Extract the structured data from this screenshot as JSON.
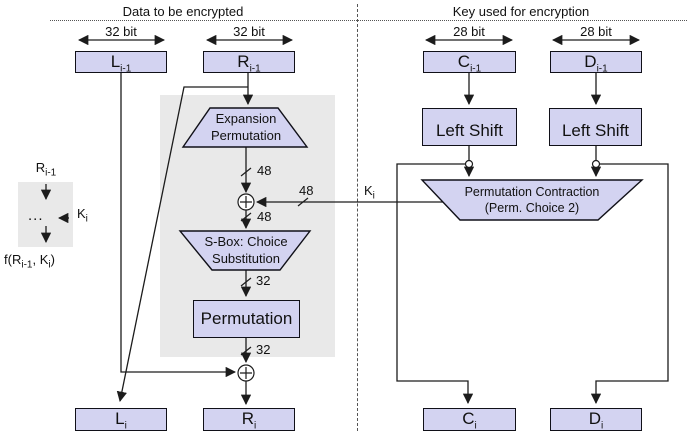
{
  "colors": {
    "box_fill": "#d3d3f1",
    "box_border": "#101018",
    "panel_gray": "#e9e9e9",
    "line": "#1c1c1c",
    "divider": "#555555",
    "bg": "#ffffff",
    "text": "#111111"
  },
  "sections": {
    "data": {
      "header": "Data to be encrypted"
    },
    "key": {
      "header": "Key used for encryption"
    }
  },
  "bit_widths": {
    "l": "32 bit",
    "r": "32 bit",
    "c": "28 bit",
    "d": "28 bit"
  },
  "registers": {
    "l_prev": {
      "main": "L",
      "sub": "i-1"
    },
    "r_prev": {
      "main": "R",
      "sub": "i-1"
    },
    "c_prev": {
      "main": "C",
      "sub": "i-1"
    },
    "d_prev": {
      "main": "D",
      "sub": "i-1"
    },
    "l_next": {
      "main": "L",
      "sub": "i"
    },
    "r_next": {
      "main": "R",
      "sub": "i"
    },
    "c_next": {
      "main": "C",
      "sub": "i"
    },
    "d_next": {
      "main": "D",
      "sub": "i"
    }
  },
  "nodes": {
    "expansion": {
      "line1": "Expansion",
      "line2": "Permutation"
    },
    "sbox": {
      "line1": "S-Box: Choice",
      "line2": "Substitution"
    },
    "permutation": "Permutation",
    "left_shift_c": "Left Shift",
    "left_shift_d": "Left Shift",
    "perm_contraction": {
      "line1": "Permutation Contraction",
      "line2": "(Perm. Choice 2)"
    }
  },
  "wire_labels": {
    "w48_expansion": "48",
    "w48_key": "48",
    "w48_xor": "48",
    "w32_sbox": "32",
    "w32_perm": "32",
    "k": {
      "main": "K",
      "sub": "i"
    }
  },
  "legend": {
    "input": {
      "main": "R",
      "sub": "i-1"
    },
    "dots": "...",
    "key": {
      "main": "K",
      "sub": "i"
    },
    "output": {
      "p1": "f(R",
      "sub1": "i-1",
      "p2": ", K",
      "sub2": "i",
      "p3": ")"
    }
  }
}
